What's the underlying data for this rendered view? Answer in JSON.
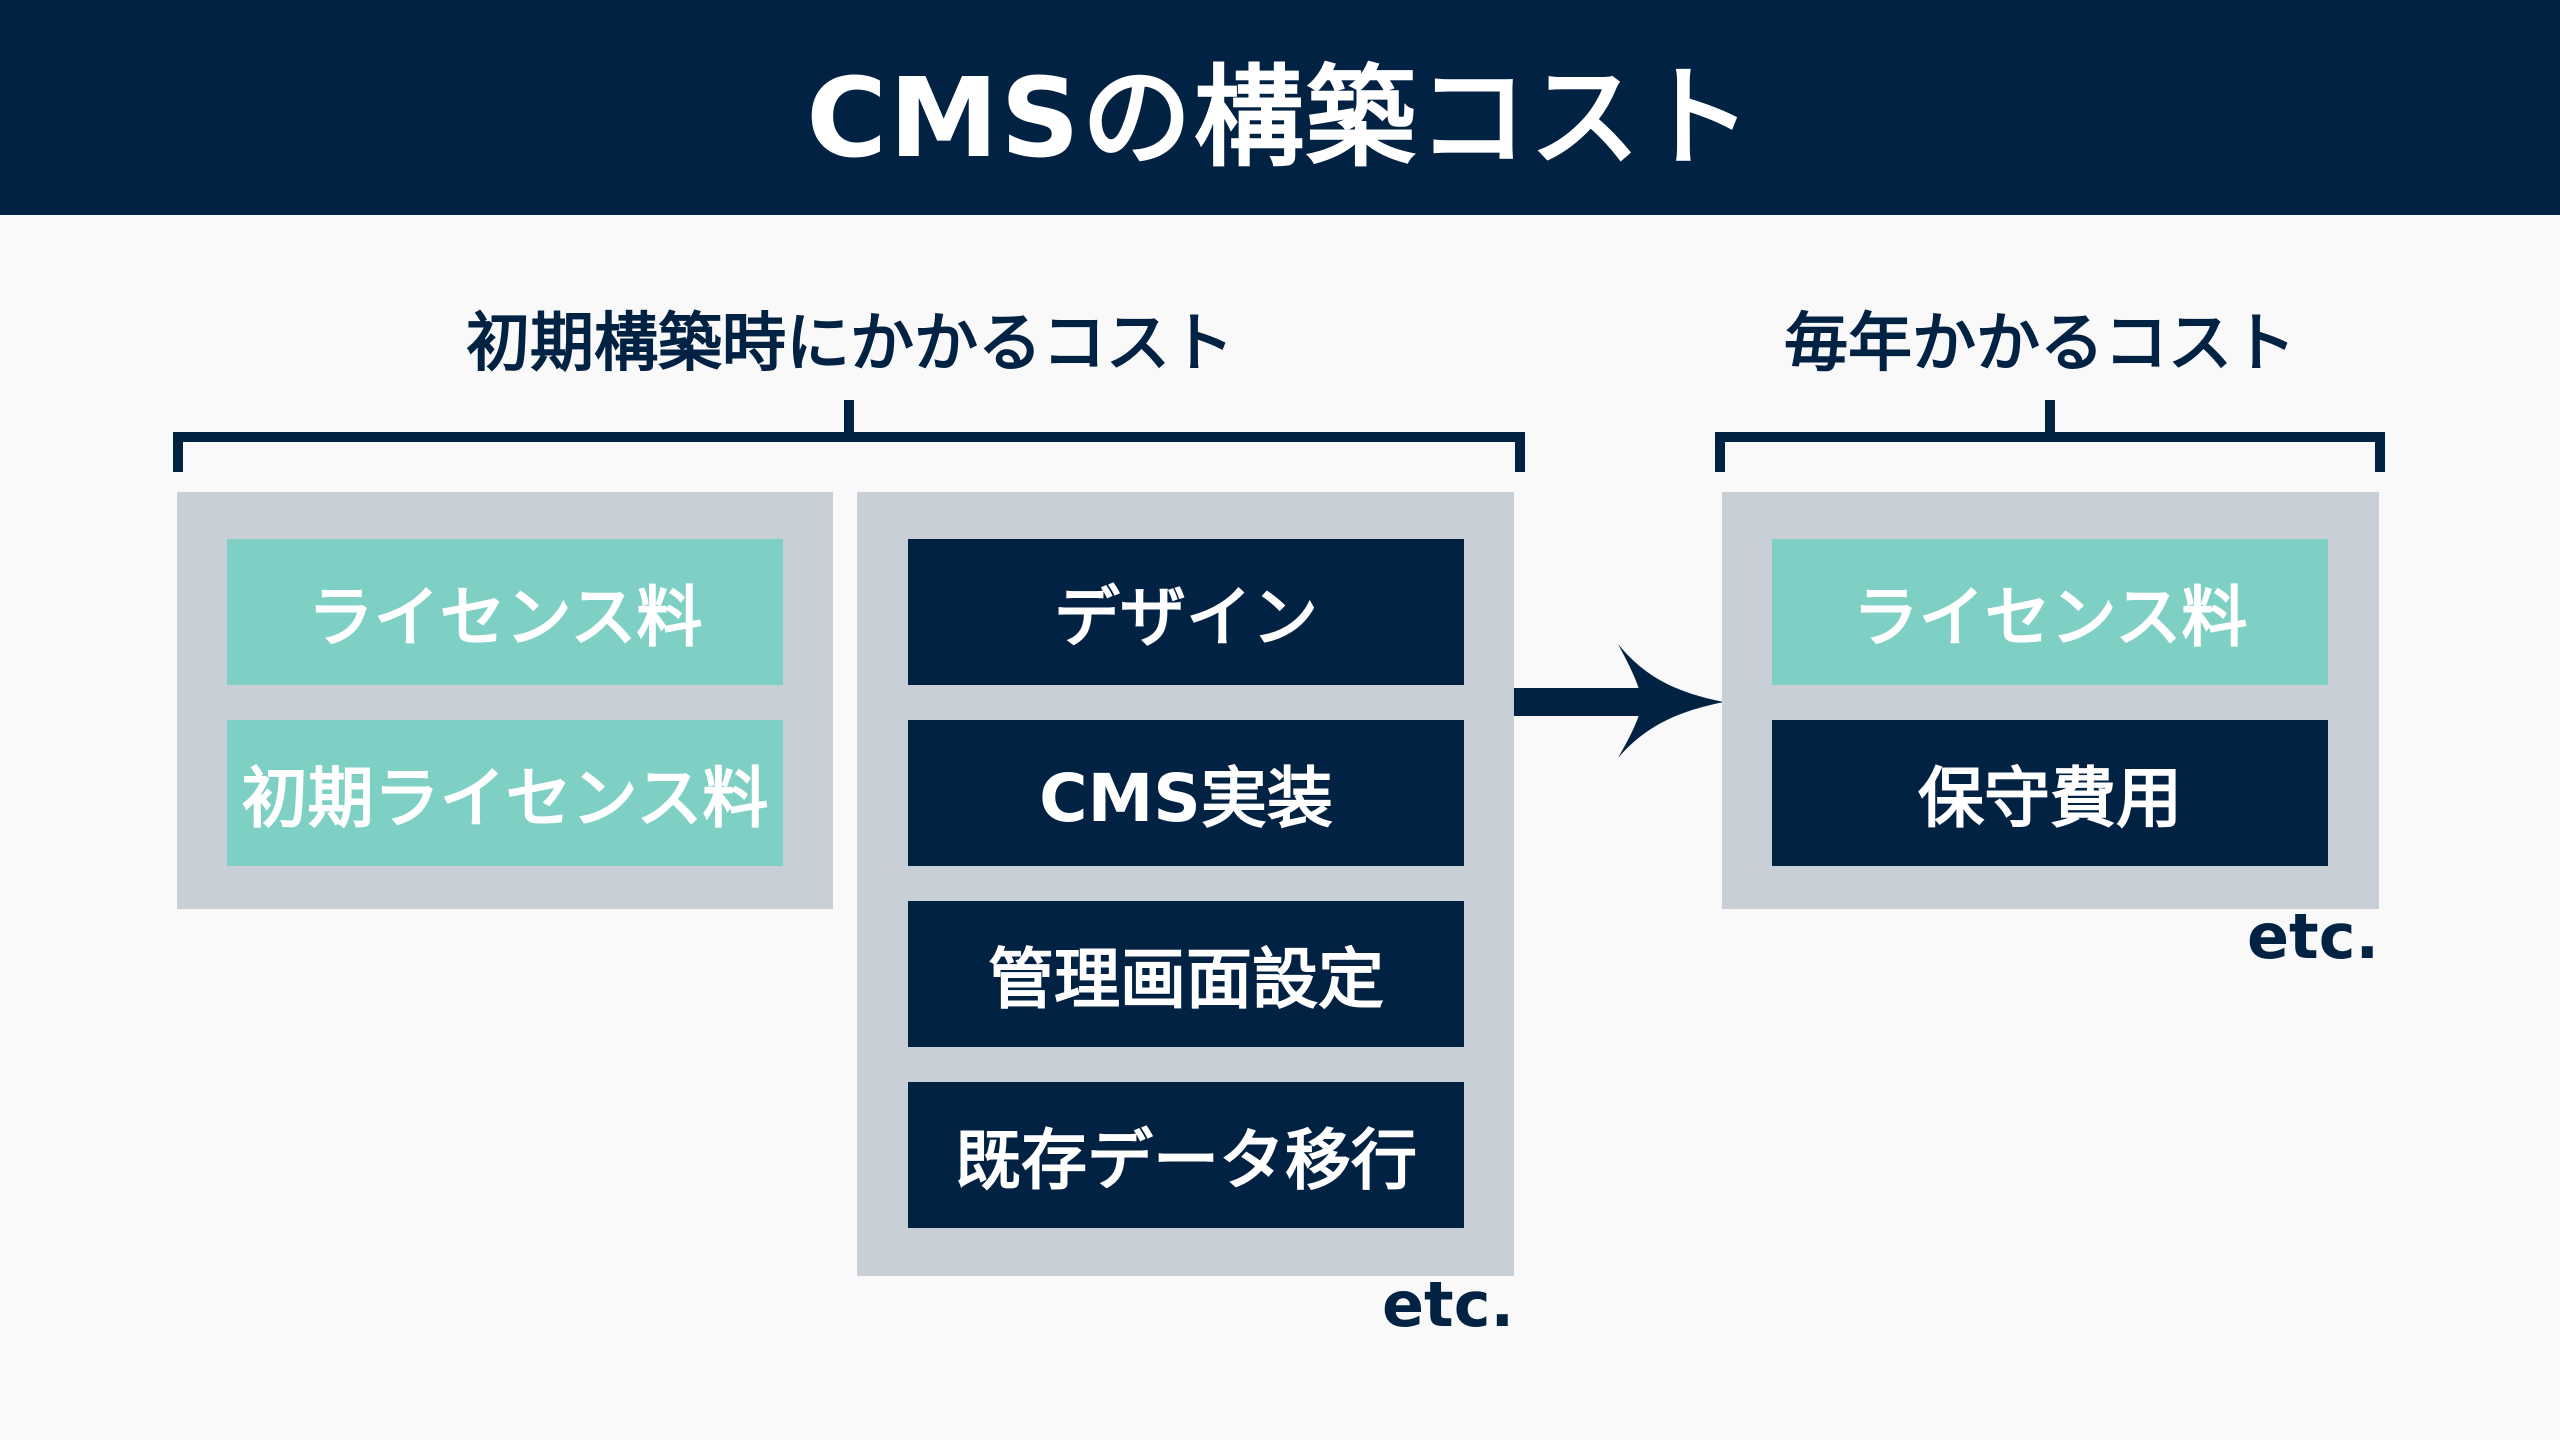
{
  "title": "CMSの構築コスト",
  "initial": {
    "heading": "初期構築時にかかるコスト",
    "license_items": [
      "ライセンス料",
      "初期ライセンス料"
    ],
    "build_items": [
      "デザイン",
      "CMS実装",
      "管理画面設定",
      "既存データ移行"
    ],
    "etc": "etc."
  },
  "annual": {
    "heading": "毎年かかるコスト",
    "items": [
      "ライセンス料",
      "保守費用"
    ],
    "etc": "etc."
  },
  "colors": {
    "navy": "#022243",
    "teal": "#7fd0c4",
    "panel": "#c9cfd7",
    "background": "#f9f9f9"
  }
}
